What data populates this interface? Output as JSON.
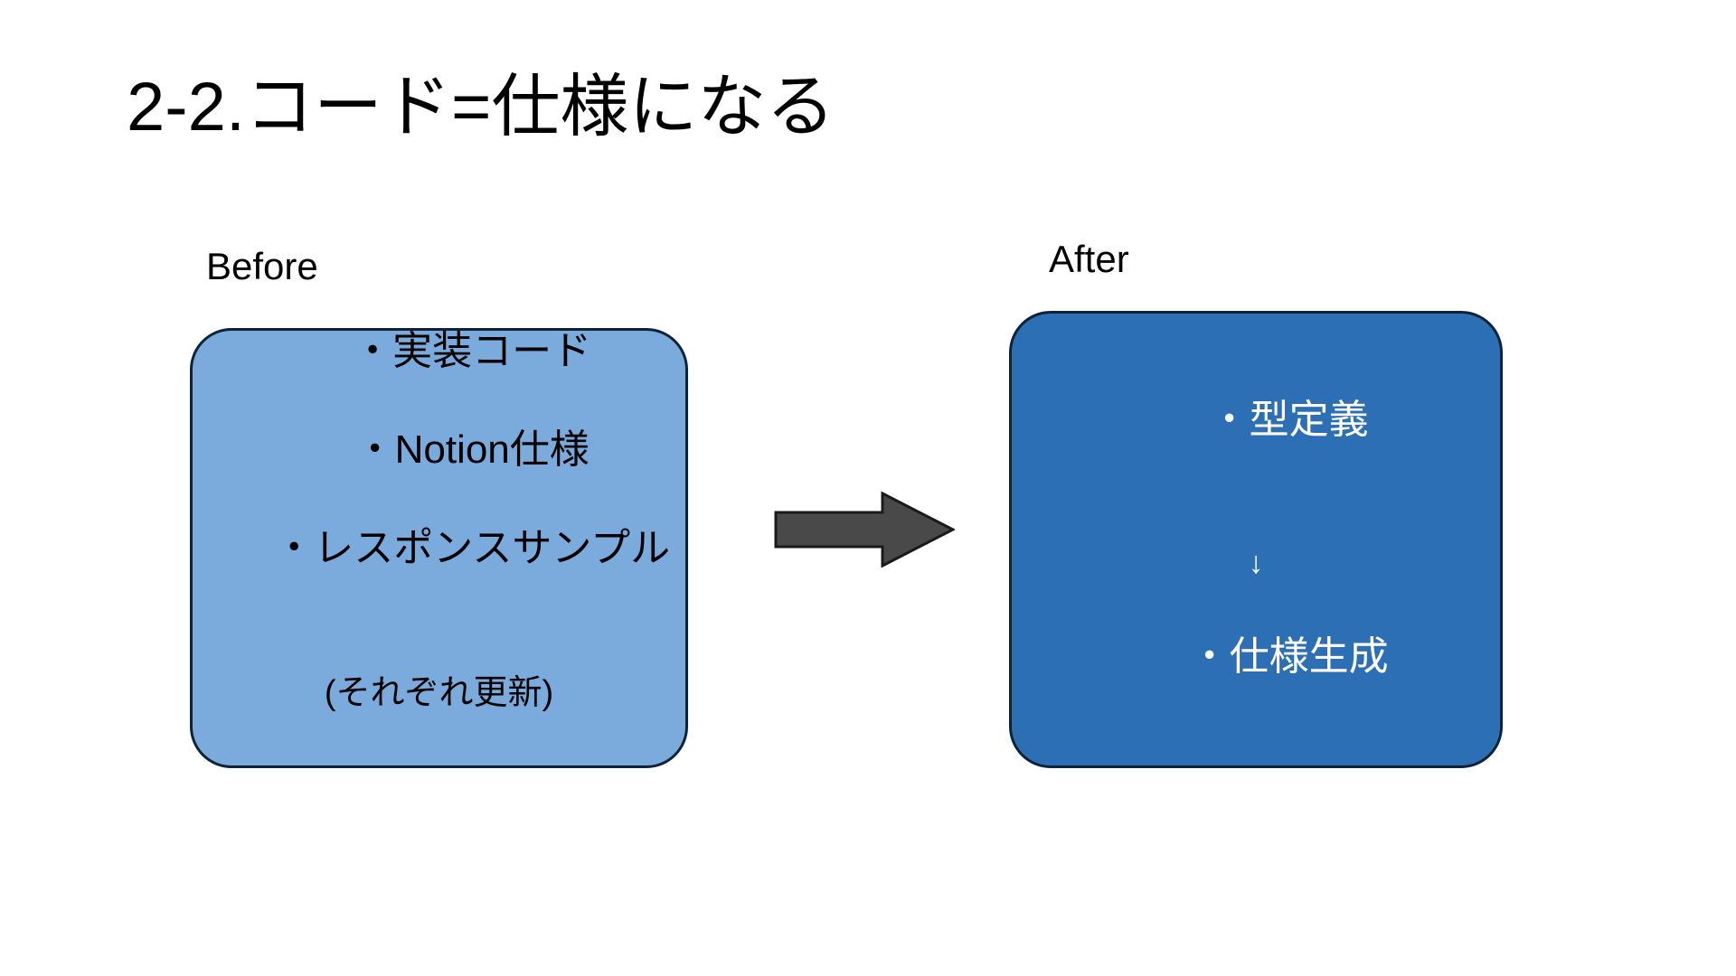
{
  "slide": {
    "title": "2-2.コード=仕様になる",
    "background_color": "#ffffff"
  },
  "columns": {
    "before": {
      "caption": "Before",
      "box_fill": "#7BABDC",
      "box_border": "#0d2438",
      "text_color": "#000000",
      "lines": [
        "・実装コード",
        "・Notion仕様",
        "・レスポンスサンプル",
        "(それぞれ更新)"
      ],
      "body_line1": "・実装コード",
      "body_line2": "・Notion仕様",
      "body_line3": "・レスポンスサンプル",
      "body_line4": "(それぞれ更新)"
    },
    "after": {
      "caption": "After",
      "box_fill": "#2D6FB4",
      "box_border": "#0d2438",
      "text_color": "#ffffff",
      "lines": [
        "・型定義",
        "↓",
        "・仕様生成"
      ],
      "body_line1": "・型定義",
      "body_line2": "↓",
      "body_line3": "・仕様生成"
    }
  },
  "connector": {
    "icon": "right-arrow-icon",
    "fill": "#494949",
    "stroke": "#1a1a1a",
    "direction": "right"
  }
}
